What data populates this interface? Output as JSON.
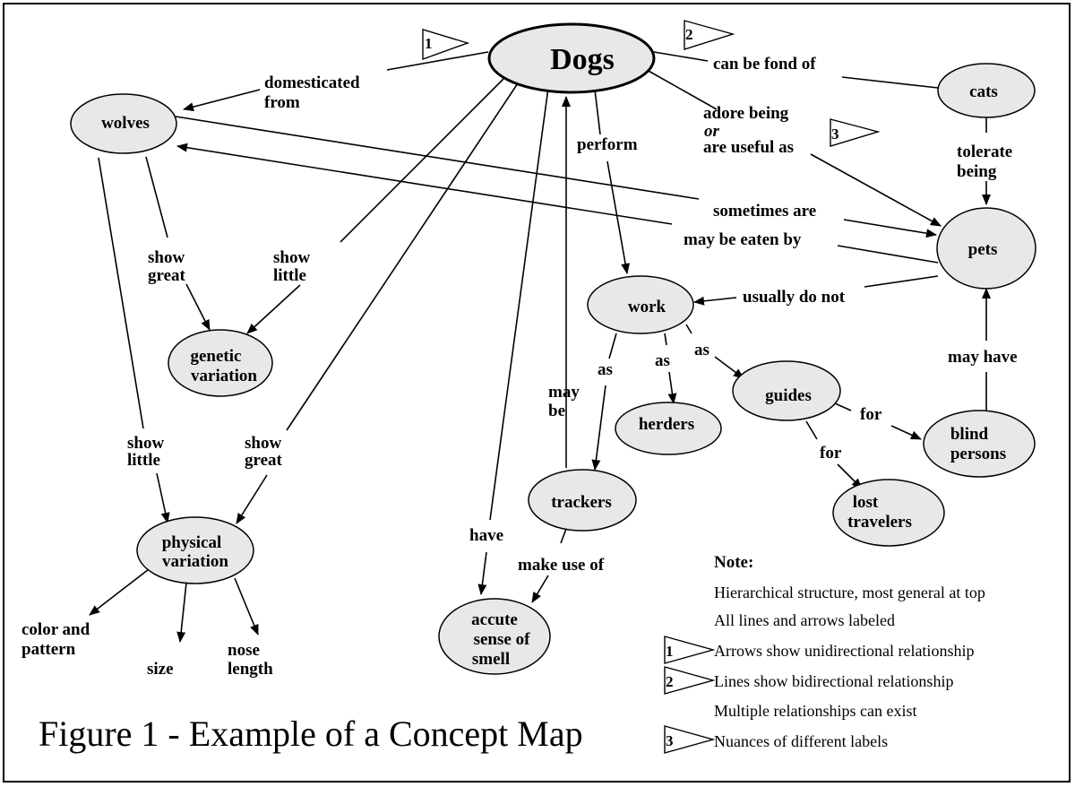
{
  "nodes": {
    "dogs": "Dogs",
    "wolves": "wolves",
    "cats": "cats",
    "pets": "pets",
    "work": "work",
    "genetic": [
      "genetic",
      "variation"
    ],
    "physical": [
      "physical",
      "variation"
    ],
    "herders": "herders",
    "guides": "guides",
    "trackers": "trackers",
    "blind": [
      "blind",
      "persons"
    ],
    "lost": [
      "lost",
      "travelers"
    ],
    "smell": [
      "accute",
      "sense of",
      "smell"
    ],
    "color": [
      "color and",
      "pattern"
    ],
    "size": "size",
    "nose": [
      "nose",
      "length"
    ]
  },
  "links": {
    "domesticated_from": [
      "domesticated",
      "from"
    ],
    "can_be_fond_of": "can be fond of",
    "adore_being": "adore being",
    "or": "or",
    "are_useful_as": "are useful as",
    "perform": "perform",
    "tolerate_being": [
      "tolerate",
      "being"
    ],
    "sometimes_are": "sometimes are",
    "may_be_eaten_by": "may be eaten by",
    "wolves_show_great": [
      "show",
      "great"
    ],
    "dogs_show_little": [
      "show",
      "little"
    ],
    "usually_do_not": "usually do not",
    "as_1": "as",
    "as_2": "as",
    "as_3": "as",
    "may_be": [
      "may",
      "be"
    ],
    "may_have": "may have",
    "for_1": "for",
    "for_2": "for",
    "wolves_show_little": [
      "show",
      "little"
    ],
    "dogs_show_great": [
      "show",
      "great"
    ],
    "have": "have",
    "make_use_of": "make use of"
  },
  "flags": [
    "1",
    "2",
    "3"
  ],
  "note": {
    "heading": "Note:",
    "lines": [
      "Hierarchical structure, most general at top",
      "All lines and arrows labeled",
      "Arrows show unidirectional relationship",
      "Lines show bidirectional relationship",
      "Multiple relationships can exist",
      "Nuances of different labels"
    ],
    "flag_1": "1",
    "flag_2": "2",
    "flag_3": "3"
  },
  "caption": "Figure 1 - Example of a Concept Map"
}
